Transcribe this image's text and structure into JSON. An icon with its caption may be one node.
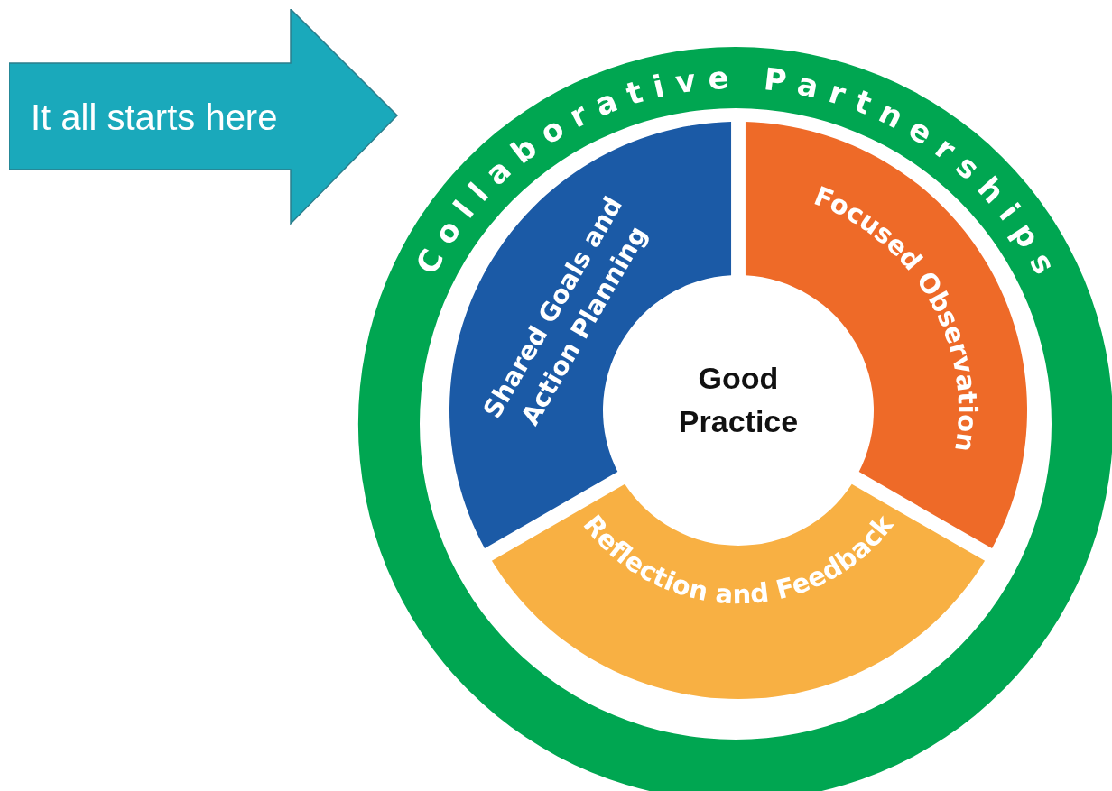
{
  "diagram": {
    "nodes": [
      {
        "text": [
          "It all starts here"
        ]
      },
      {
        "text": [
          "Collaborative Partnerships"
        ]
      },
      {
        "text": [
          "Shared Goals and Action Planning"
        ],
        "in": 1
      },
      {
        "text": [
          "Focused Observation"
        ],
        "in": 1
      },
      {
        "text": [
          "Reflection and Feedback"
        ],
        "in": 1
      },
      {
        "text": [
          "Good Practice"
        ],
        "in": 1
      }
    ]
  }
}
